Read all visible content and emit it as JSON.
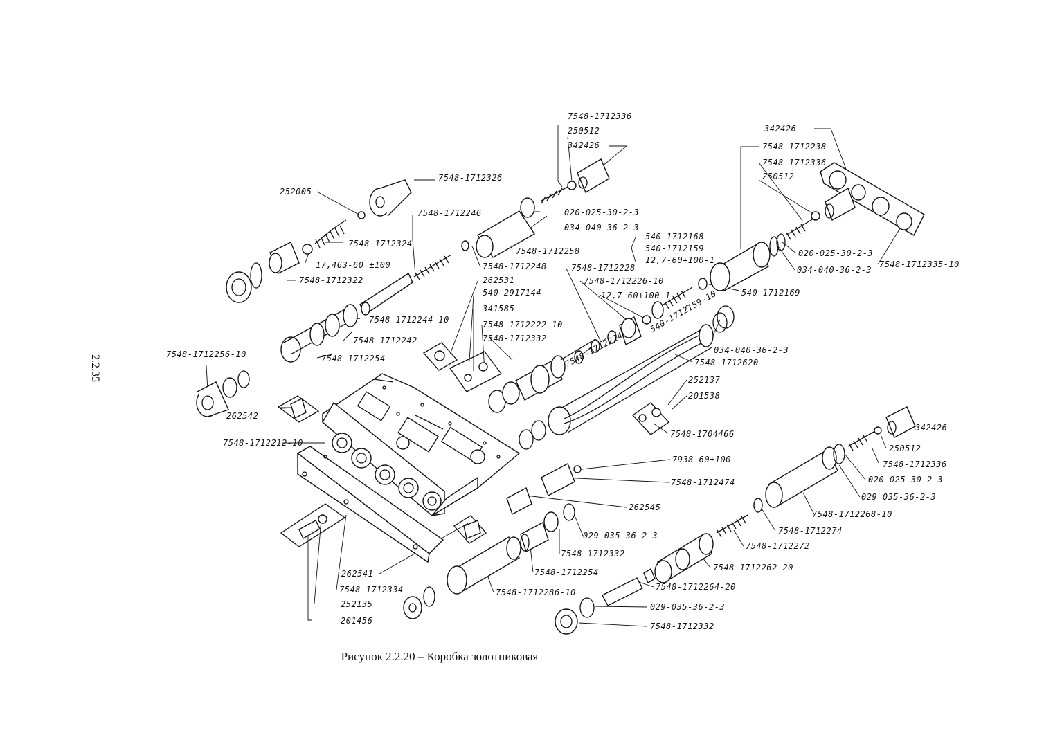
{
  "page_number": "2.2.35",
  "caption": "Рисунок 2.2.20 – Коробка золотниковая",
  "labels": [
    {
      "id": "l01",
      "text": "7548-1712336"
    },
    {
      "id": "l02",
      "text": "250512"
    },
    {
      "id": "l03",
      "text": "342426"
    },
    {
      "id": "l04",
      "text": "7548-1712326"
    },
    {
      "id": "l05",
      "text": "252005"
    },
    {
      "id": "l06",
      "text": "7548-1712246"
    },
    {
      "id": "l07",
      "text": "020-025-30-2-3"
    },
    {
      "id": "l08",
      "text": "034-040-36-2-3"
    },
    {
      "id": "l09",
      "text": "7548-1712324"
    },
    {
      "id": "l10",
      "text": "7548-1712258"
    },
    {
      "id": "l11",
      "text": "540-1712168"
    },
    {
      "id": "l12",
      "text": "540-1712159"
    },
    {
      "id": "l13",
      "text": "12,7-60+100-1"
    },
    {
      "id": "l14",
      "text": "17,463-60 ±100"
    },
    {
      "id": "l15",
      "text": "7548-1712248"
    },
    {
      "id": "l16",
      "text": "7548-1712228"
    },
    {
      "id": "l17",
      "text": "7548-1712322"
    },
    {
      "id": "l18",
      "text": "262531"
    },
    {
      "id": "l19",
      "text": "7548-1712226-10"
    },
    {
      "id": "l20",
      "text": "540-2917144"
    },
    {
      "id": "l21",
      "text": "12,7-60+100-1"
    },
    {
      "id": "l22",
      "text": "341585"
    },
    {
      "id": "l23",
      "text": "7548-1712244-10"
    },
    {
      "id": "l24",
      "text": "7548-1712222-10"
    },
    {
      "id": "l25",
      "text": "540-1712159-10"
    },
    {
      "id": "l26",
      "text": "7548-1712242"
    },
    {
      "id": "l27",
      "text": "7548-1712332"
    },
    {
      "id": "l28",
      "text": "034-040-36-2-3"
    },
    {
      "id": "l29",
      "text": "7548-1712254"
    },
    {
      "id": "l30",
      "text": "7548-1712224"
    },
    {
      "id": "l31",
      "text": "7548-1712620"
    },
    {
      "id": "l32",
      "text": "7548-1712256-10"
    },
    {
      "id": "l33",
      "text": "252137"
    },
    {
      "id": "l34",
      "text": "201538"
    },
    {
      "id": "l35",
      "text": "262542"
    },
    {
      "id": "l36",
      "text": "7548-1704466"
    },
    {
      "id": "l37",
      "text": "7548-1712212-10"
    },
    {
      "id": "l38",
      "text": "7938-60±100"
    },
    {
      "id": "l39",
      "text": "7548-1712474"
    },
    {
      "id": "l40",
      "text": "262545"
    },
    {
      "id": "l41",
      "text": "029-035-36-2-3"
    },
    {
      "id": "l42",
      "text": "7548-1712332"
    },
    {
      "id": "l43",
      "text": "7548-1712254"
    },
    {
      "id": "l44",
      "text": "262541"
    },
    {
      "id": "l45",
      "text": "7548-1712334"
    },
    {
      "id": "l46",
      "text": "252135"
    },
    {
      "id": "l47",
      "text": "201456"
    },
    {
      "id": "l48",
      "text": "7548-1712286-10"
    },
    {
      "id": "l49",
      "text": "342426"
    },
    {
      "id": "l50",
      "text": "7548-1712238"
    },
    {
      "id": "l51",
      "text": "7548-1712336"
    },
    {
      "id": "l52",
      "text": "250512"
    },
    {
      "id": "l53",
      "text": "020-025-30-2-3"
    },
    {
      "id": "l54",
      "text": "034-040-36-2-3"
    },
    {
      "id": "l55",
      "text": "7548-1712335-10"
    },
    {
      "id": "l56",
      "text": "540-1712169"
    },
    {
      "id": "l57",
      "text": "342426"
    },
    {
      "id": "l58",
      "text": "250512"
    },
    {
      "id": "l59",
      "text": "7548-1712336"
    },
    {
      "id": "l60",
      "text": "020 025-30-2-3"
    },
    {
      "id": "l61",
      "text": "029 035-36-2-3"
    },
    {
      "id": "l62",
      "text": "7548-1712268-10"
    },
    {
      "id": "l63",
      "text": "7548-1712274"
    },
    {
      "id": "l64",
      "text": "7548-1712272"
    },
    {
      "id": "l65",
      "text": "7548-1712262-20"
    },
    {
      "id": "l66",
      "text": "7548-1712264-20"
    },
    {
      "id": "l67",
      "text": "029-035-36-2-3"
    },
    {
      "id": "l68",
      "text": "7548-1712332"
    }
  ]
}
